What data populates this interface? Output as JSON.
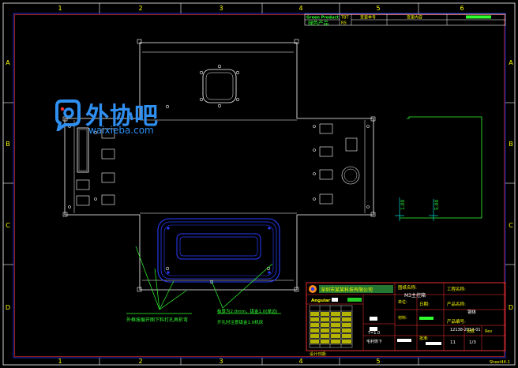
{
  "zones": {
    "columns": [
      "1",
      "2",
      "3",
      "4",
      "5",
      "6"
    ],
    "rows": [
      "A",
      "B",
      "C",
      "D"
    ]
  },
  "header": {
    "brand_en": "Green Product",
    "brand_cn": "绿色产品",
    "code": "TBT",
    "code2": "RS",
    "field1": "变更单号",
    "field2": "变更内容"
  },
  "dimensions": {
    "d1": "1.00",
    "d2": "5.00"
  },
  "annotations": {
    "note1": "外框按展开图下料打孔再折弯",
    "note2": "板厚为2.0mm，钣金1.0(单边)",
    "note3": "开孔时注意钣金1.0机床"
  },
  "title_block": {
    "company": "深圳市某某科技有限公司",
    "part_label": "图纸名称:",
    "part_name": "M3主控箱",
    "project_label": "工程名称:",
    "date_label": "日期:",
    "product_label": "产品名称:",
    "product_name": "钢体",
    "product_no_label": "产品编号:",
    "product_no": "12138-2014-01",
    "angular": "Angular",
    "scale": "T=1.0",
    "sheets_label": "页数",
    "sheet_count": "11",
    "sheet_no": "1/3",
    "rev_label": "Rev",
    "drawer": "毛利恢下",
    "unit_label": "单位:",
    "material_label": "材料:",
    "approve_label": "批准:",
    "footer_label": "设计日期:"
  },
  "sheet_label": "Sheet44-1",
  "watermark": {
    "cn": "外协吧",
    "en": "waixieba.com"
  },
  "colors": {
    "background": "#000000",
    "frame": "#ffffff",
    "title_border": "#ff3030",
    "blue": "#2a3cff",
    "green": "#30ff30",
    "cyan": "#00ffff",
    "yellow": "#ffff00",
    "accent": "#2f8ff0"
  }
}
